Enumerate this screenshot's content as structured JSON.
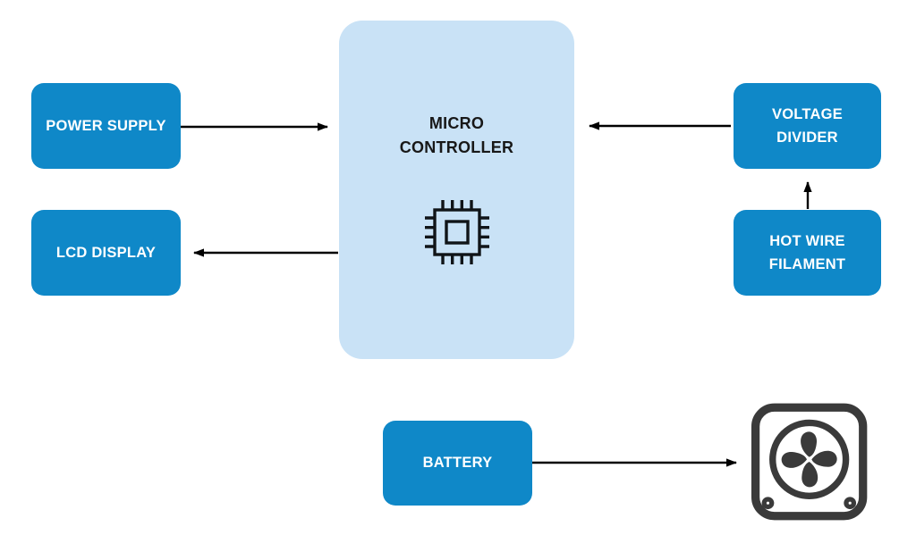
{
  "diagram": {
    "description": "Microcontroller system block diagram",
    "blocks": {
      "power_supply": {
        "lines": [
          "POWER SUPPLY"
        ]
      },
      "lcd_display": {
        "lines": [
          "LCD DISPLAY"
        ]
      },
      "micro_controller": {
        "lines": [
          "MICRO",
          "CONTROLLER"
        ]
      },
      "voltage_divider": {
        "lines": [
          "VOLTAGE",
          "DIVIDER"
        ]
      },
      "hot_wire_filament": {
        "lines": [
          "HOT WIRE",
          "FILAMENT"
        ]
      },
      "battery": {
        "lines": [
          "BATTERY"
        ]
      }
    },
    "icons": {
      "chip": "microcontroller-chip-icon",
      "fan": "exhaust-fan-icon"
    },
    "connections": [
      {
        "from": "POWER SUPPLY",
        "to": "MICRO CONTROLLER",
        "arrow": "right"
      },
      {
        "from": "MICRO CONTROLLER",
        "to": "LCD DISPLAY",
        "arrow": "left"
      },
      {
        "from": "VOLTAGE DIVIDER",
        "to": "MICRO CONTROLLER",
        "arrow": "left"
      },
      {
        "from": "HOT WIRE FILAMENT",
        "to": "VOLTAGE DIVIDER",
        "arrow": "up"
      },
      {
        "from": "BATTERY",
        "to": "FAN",
        "arrow": "right"
      }
    ],
    "colors": {
      "block_blue": "#0f88c8",
      "micro_light_blue": "#c9e2f6",
      "arrow_black": "#000000",
      "fan_dark": "#3a3a3a",
      "text_on_blue": "#ffffff",
      "text_on_light": "#181818"
    }
  }
}
